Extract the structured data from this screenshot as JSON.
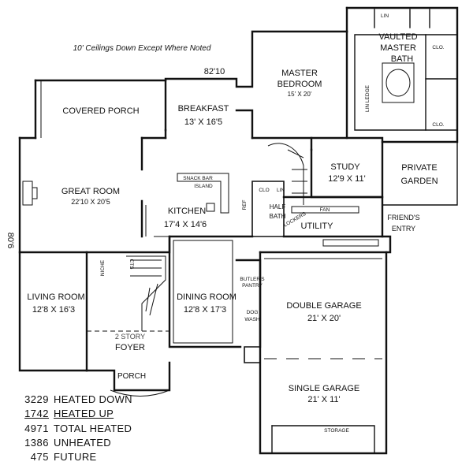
{
  "note": "10' Ceilings Down Except Where Noted",
  "dimensions": {
    "width": "82'10",
    "depth": "80'6"
  },
  "rooms": {
    "covered_porch": {
      "name": "COVERED PORCH"
    },
    "breakfast": {
      "name": "BREAKFAST",
      "size": "13' X 16'5"
    },
    "great_room": {
      "name": "GREAT ROOM",
      "size": "22'10 X 20'5"
    },
    "kitchen": {
      "name": "KITCHEN",
      "size": "17'4 X 14'6"
    },
    "snack_bar": {
      "line1": "SNACK BAR",
      "line2": "ISLAND"
    },
    "living_room": {
      "name": "LIVING ROOM",
      "size": "12'8 X 16'3"
    },
    "dining_room": {
      "name": "DINING ROOM",
      "size": "12'8 X 17'3"
    },
    "foyer": {
      "line1": "2 STORY",
      "name": "FOYER"
    },
    "porch": {
      "name": "PORCH"
    },
    "master_bedroom": {
      "line1": "MASTER",
      "line2": "BEDROOM",
      "size": "15' X 20'"
    },
    "master_bath": {
      "line1": "VAULTED",
      "line2": "MASTER",
      "line3": "BATH"
    },
    "study": {
      "name": "STUDY",
      "size": "12'9 X 11'"
    },
    "private_garden": {
      "line1": "PRIVATE",
      "line2": "GARDEN"
    },
    "utility": {
      "name": "UTILITY"
    },
    "friends_entry": {
      "line1": "FRIEND'S",
      "line2": "ENTRY"
    },
    "half_bath": {
      "line1": "HALF",
      "line2": "BATH"
    },
    "double_garage": {
      "name": "DOUBLE GARAGE",
      "size": "21' X 20'"
    },
    "single_garage": {
      "name": "SINGLE GARAGE",
      "size": "21' X 11'"
    },
    "storage": {
      "name": "STORAGE"
    },
    "butlers_pantry": {
      "line1": "BUTLER'S",
      "line2": "PANTRY"
    },
    "dog_wash": {
      "line1": "DOG",
      "line2": "WASH"
    }
  },
  "small_labels": {
    "clo": "CLO",
    "lin": "LIN",
    "clo_dot": "CLO.",
    "lin_ledge": "LIN LEDGE",
    "fan": "FAN",
    "lockers": "LOCKERS",
    "cts": "CTS",
    "niche": "NICHE",
    "ref": "REF"
  },
  "stats": [
    {
      "value": "3229",
      "label": "HEATED DOWN"
    },
    {
      "value": "1742",
      "label": "HEATED UP"
    },
    {
      "value": "4971",
      "label": "TOTAL HEATED"
    },
    {
      "value": "1386",
      "label": "UNHEATED"
    },
    {
      "value": "475",
      "label": "FUTURE"
    }
  ]
}
